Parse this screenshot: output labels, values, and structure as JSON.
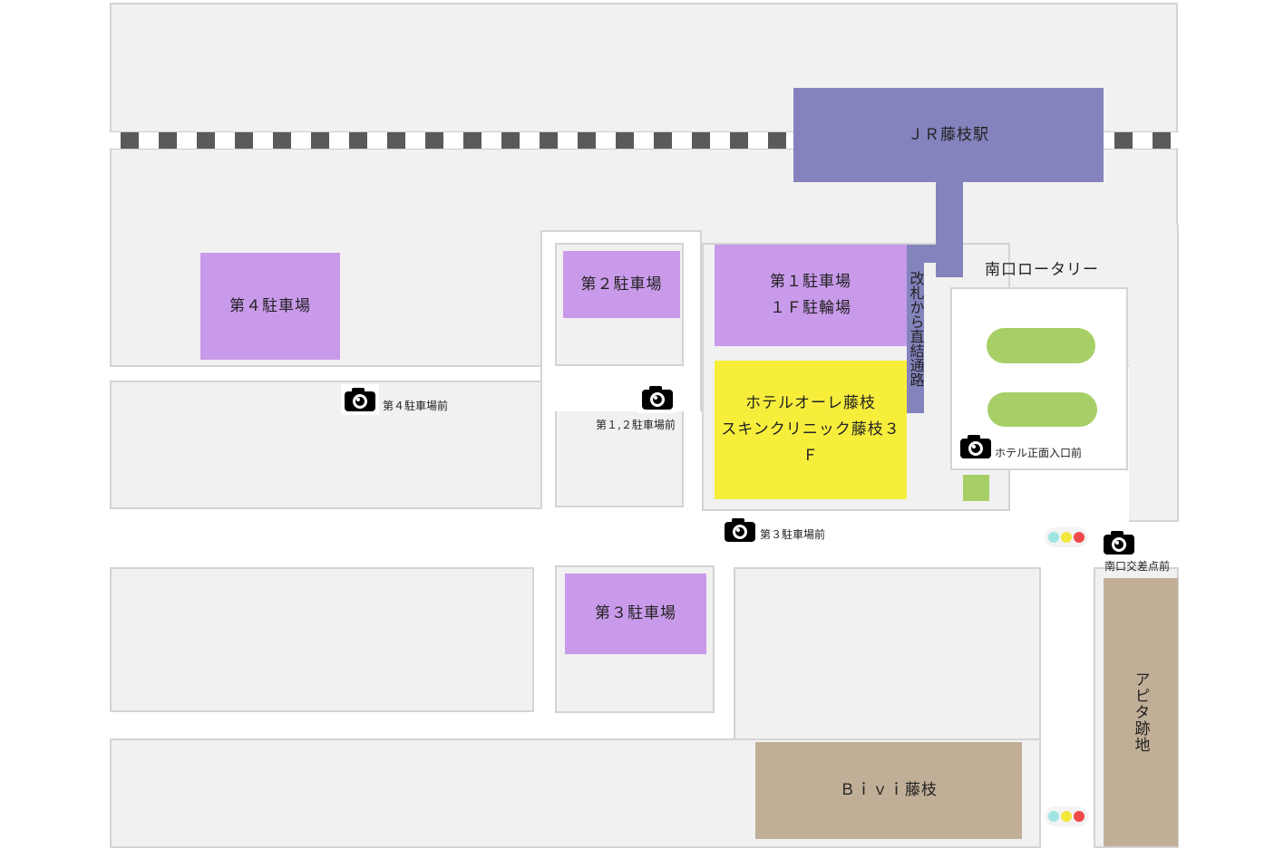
{
  "map": {
    "station": {
      "label": "ＪＲ藤枝駅"
    },
    "parking": {
      "p1": {
        "label": "第１駐車場\n１Ｆ駐輪場"
      },
      "p2": {
        "label": "第２駐車場"
      },
      "p3": {
        "label": "第３駐車場"
      },
      "p4": {
        "label": "第４駐車場"
      }
    },
    "hotel": {
      "label": "ホテルオーレ藤枝\nスキンクリニック藤枝３Ｆ"
    },
    "bivi": {
      "label": "Ｂｉｖｉ藤枝"
    },
    "apita": {
      "label": "アピタ跡地"
    },
    "passage": {
      "label": "改札から直結通路"
    },
    "rotary": {
      "label": "南口ロータリー"
    },
    "cameras": {
      "p4_front": "第４駐車場前",
      "p12_front": "第１,２駐車場前",
      "p3_front": "第３駐車場前",
      "hotel_entrance": "ホテル正面入口前",
      "south_crossing": "南口交差点前"
    },
    "traffic_light_colors": [
      "#9fe6e3",
      "#f3e63c",
      "#ef4a4a"
    ],
    "colors": {
      "parking": "#c99aea",
      "station": "#8483bd",
      "hotel": "#f7ee3c",
      "commercial": "#c0ae97",
      "green": "#a6cf67"
    },
    "icons": [
      "camera-icon",
      "traffic-light-icon",
      "railway-track"
    ]
  }
}
